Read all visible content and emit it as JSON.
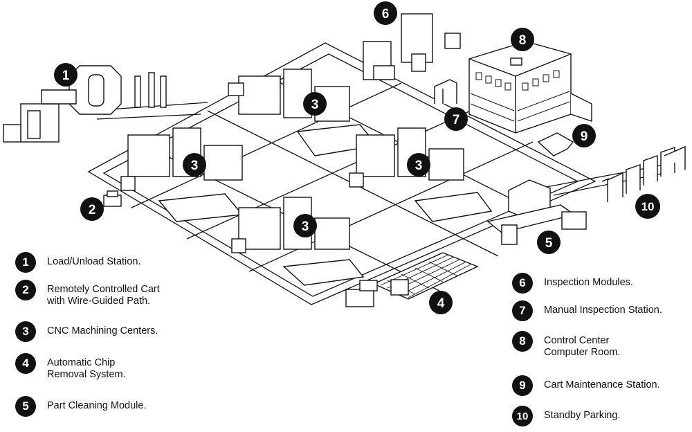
{
  "diagram": {
    "callouts": [
      "1",
      "2",
      "3",
      "4",
      "5",
      "6",
      "7",
      "8",
      "9",
      "10"
    ],
    "legend": [
      {
        "num": "1",
        "line1": "Load/Unload Station.",
        "line2": ""
      },
      {
        "num": "2",
        "line1": "Remotely Controlled Cart",
        "line2": "with Wire-Guided Path."
      },
      {
        "num": "3",
        "line1": "CNC Machining Centers.",
        "line2": ""
      },
      {
        "num": "4",
        "line1": "Automatic Chip",
        "line2": "Removal System."
      },
      {
        "num": "5",
        "line1": "Part Cleaning Module.",
        "line2": ""
      },
      {
        "num": "6",
        "line1": "Inspection Modules.",
        "line2": ""
      },
      {
        "num": "7",
        "line1": "Manual Inspection Station.",
        "line2": ""
      },
      {
        "num": "8",
        "line1": "Control Center",
        "line2": "Computer Room."
      },
      {
        "num": "9",
        "line1": "Cart Maintenance Station.",
        "line2": ""
      },
      {
        "num": "10",
        "line1": "Standby Parking.",
        "line2": ""
      }
    ]
  }
}
